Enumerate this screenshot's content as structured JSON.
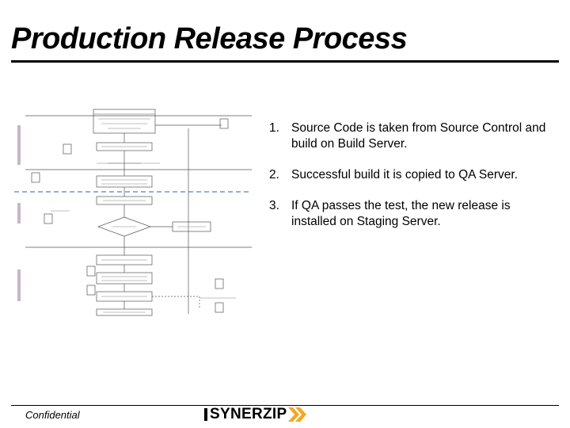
{
  "slide": {
    "title": "Production Release Process",
    "steps": [
      {
        "number": "1.",
        "text": "Source Code is taken from Source Control and build on Build Server."
      },
      {
        "number": "2.",
        "text": "Successful build it is copied to QA Server."
      },
      {
        "number": "3.",
        "text": "If QA passes the test, the new release is installed on Staging Server."
      }
    ],
    "footer": {
      "confidential": "Confidential",
      "logo_text": "SYNERZIP"
    }
  },
  "colors": {
    "accent_dash": "#5b7fb8",
    "logo_chevron": "#f5a623"
  }
}
